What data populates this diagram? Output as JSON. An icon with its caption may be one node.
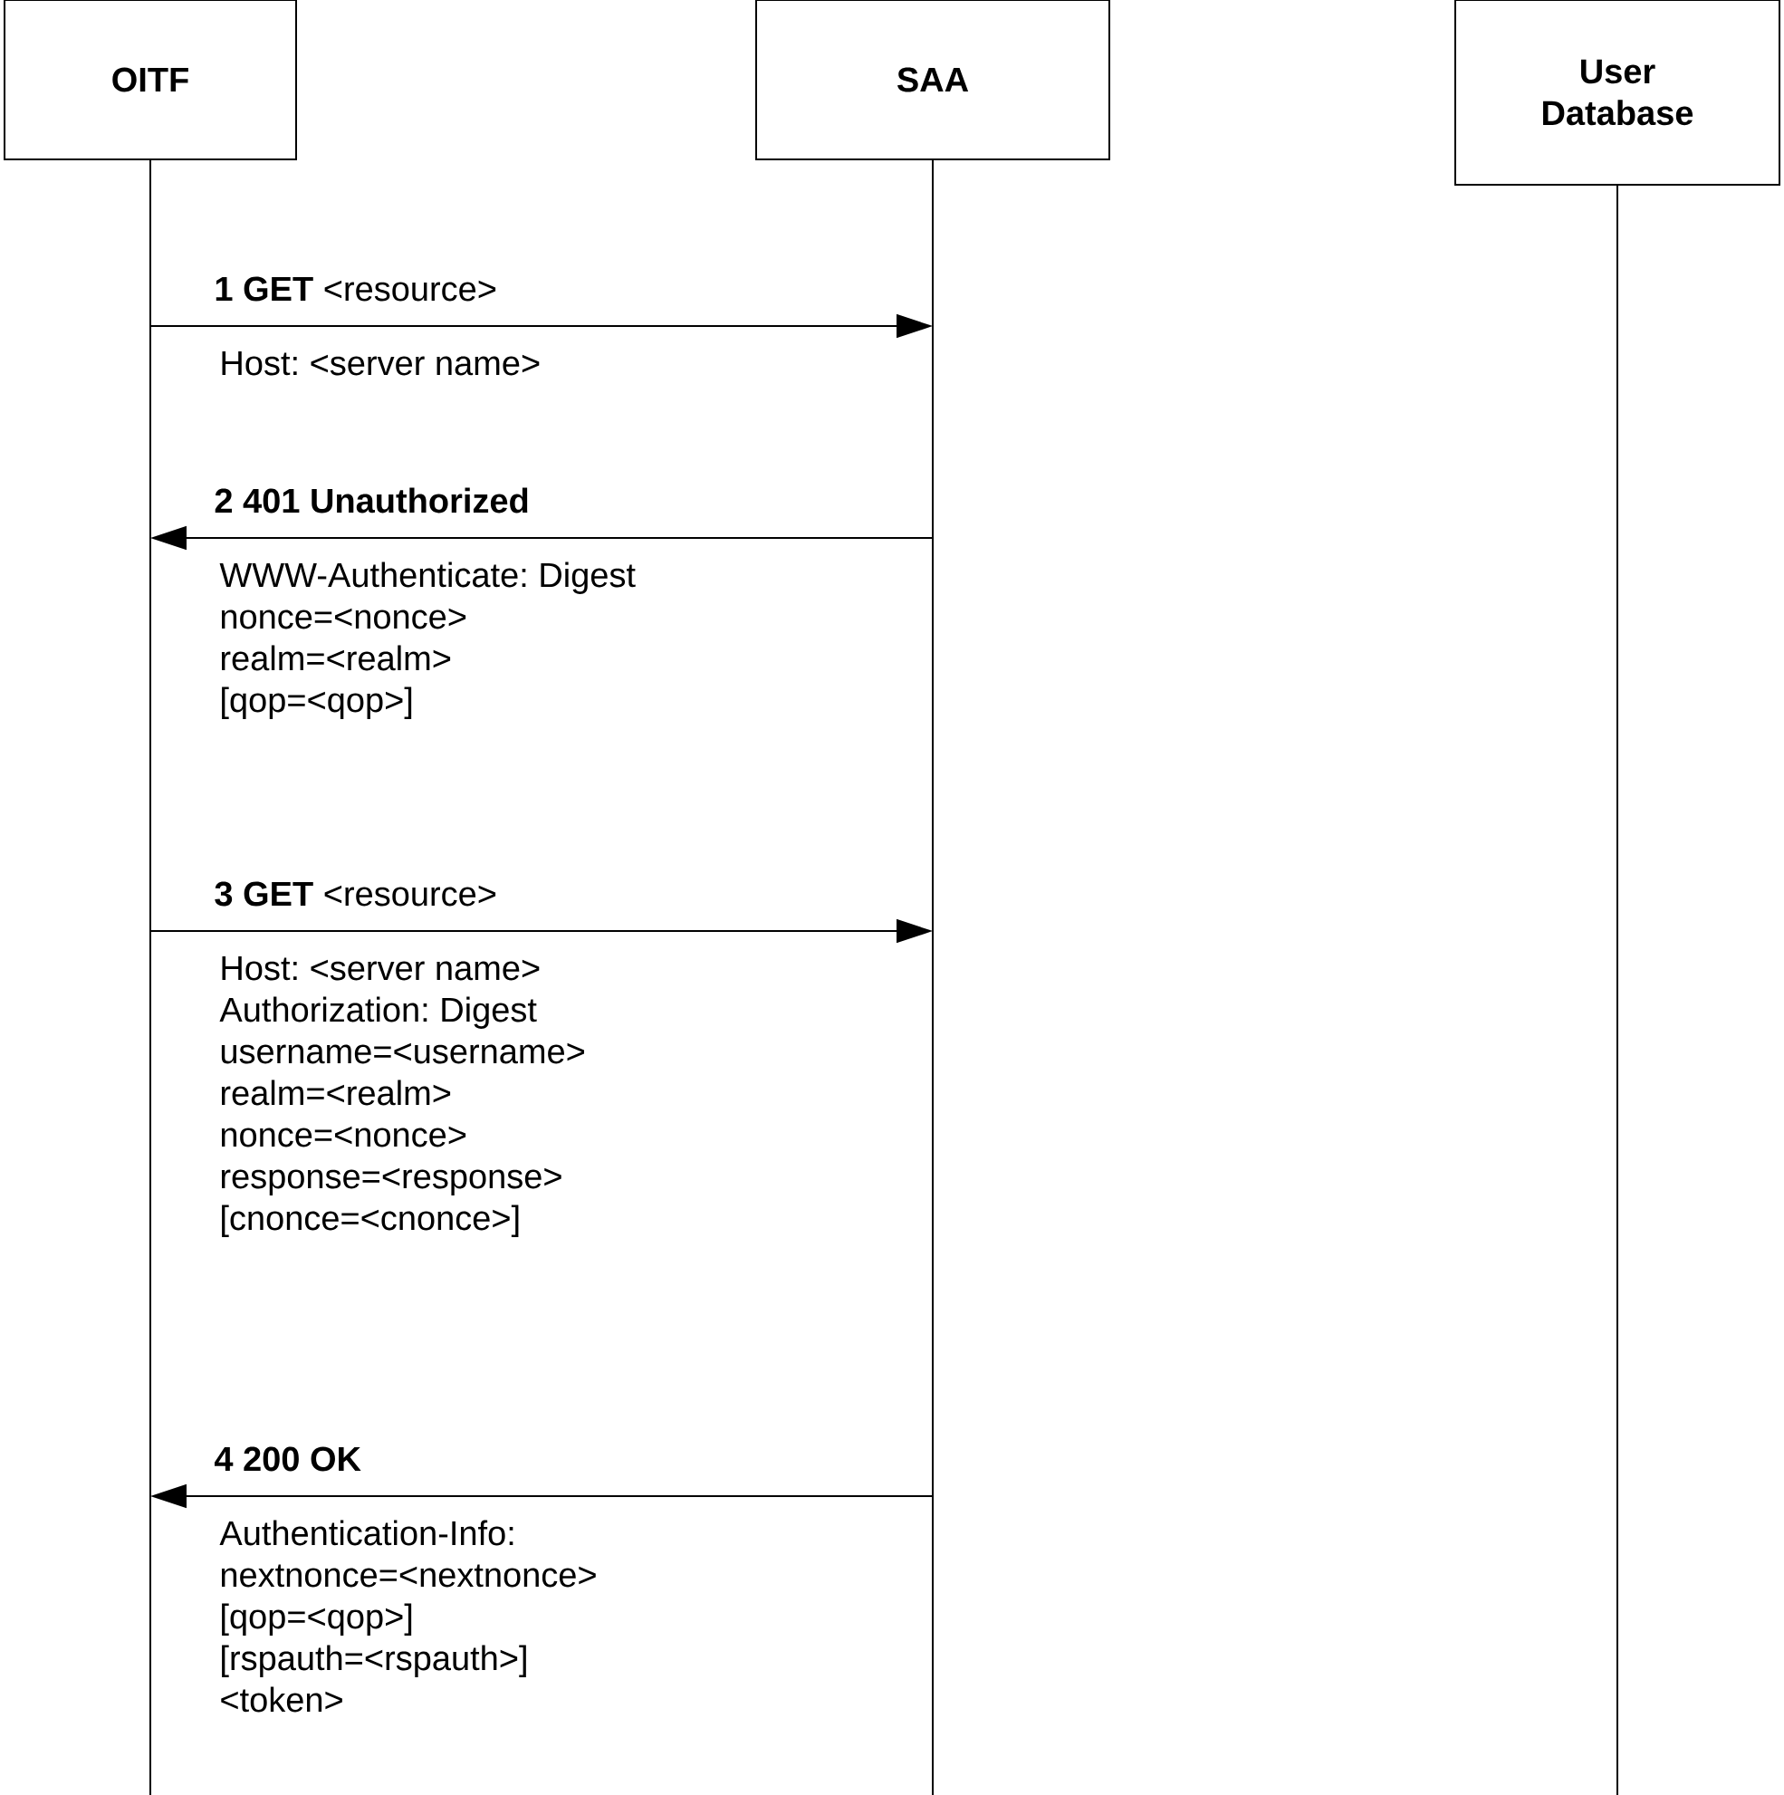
{
  "diagram": {
    "nodes": [
      {
        "text": [
          "OITF"
        ]
      },
      {
        "text": [
          "SAA"
        ]
      },
      {
        "text": [
          "User Database"
        ]
      }
    ],
    "edges": [
      {
        "from": 0,
        "to": 1,
        "arrow": "to",
        "label": "**1  GET** <resource>"
      },
      {
        "from": 1,
        "to": 0,
        "arrow": "to",
        "label": "2  401 Unauthorized"
      },
      {
        "from": 0,
        "to": 1,
        "arrow": "to",
        "label": "**3  GET** <resource>"
      },
      {
        "from": 1,
        "to": 0,
        "arrow": "to",
        "label": "4  200 OK"
      }
    ],
    "labels": [
      "Host: <server name>",
      "WWW-Authenticate: Digest",
      "nonce=<nonce>",
      "realm=<realm>",
      "[qop=<qop>]",
      "Host: <server name>",
      "Authorization: Digest",
      "username=<username>",
      "realm=<realm>",
      "nonce=<nonce>",
      "response=<response>",
      "[cnonce=<cnonce>]",
      "Authentication-Info:",
      "nextnonce=<nextnonce>",
      "[qop=<qop>]",
      "[rspauth=<rspauth>]",
      "<token>"
    ]
  }
}
